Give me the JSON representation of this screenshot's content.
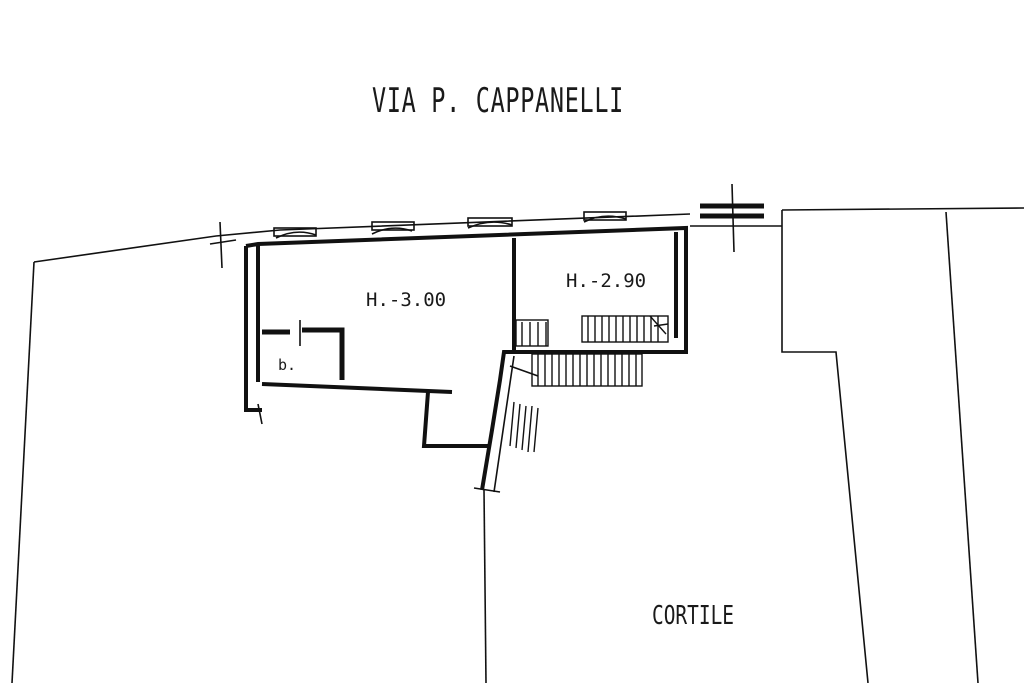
{
  "plan": {
    "street_name": "VIA P. CAPPANELLI",
    "room_1_height": "H.-3.00",
    "room_2_height": "H.-2.90",
    "bath_label": "b.",
    "courtyard_label": "CORTILE"
  }
}
